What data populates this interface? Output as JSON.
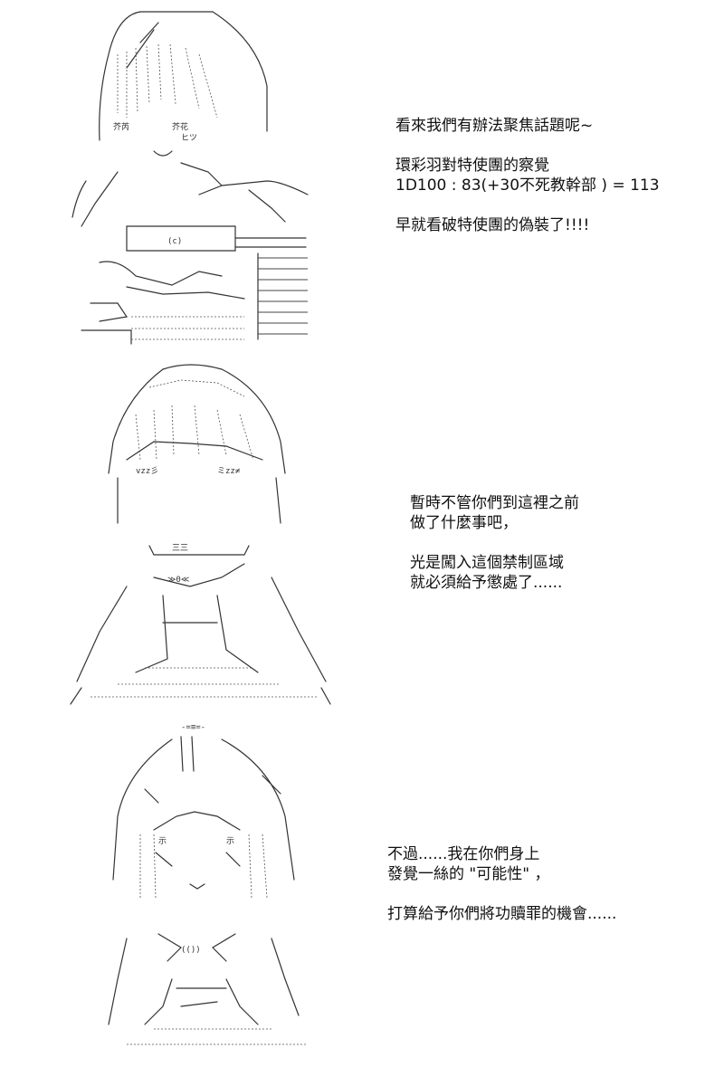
{
  "panels": [
    {
      "art": {
        "character": "hooded-girl-with-scarf"
      },
      "dialog": [
        [
          "看來我們有辦法聚焦話題呢~"
        ],
        [
          "環彩羽對特使團的察覺",
          "1D100 : 83(+30不死教幹部 ) = 113"
        ],
        [
          "早就看破特使團的偽裝了!!!!"
        ]
      ]
    },
    {
      "art": {
        "character": "hooded-girl-sleeping-eyes"
      },
      "dialog": [
        [
          "暫時不管你們到這裡之前",
          "做了什麼事吧，"
        ],
        [
          "光是闖入這個禁制區域",
          "就必須給予懲處了......"
        ]
      ]
    },
    {
      "art": {
        "character": "hooded-girl-with-bow"
      },
      "dialog": [
        [
          "不過......我在你們身上",
          "發覺一絲的 \"可能性\" ，"
        ],
        [
          "打算給予你們將功贖罪的機會......"
        ]
      ]
    }
  ],
  "ascii_fragments": {
    "panel1_face": "芥芮",
    "panel1_face2": "芥花",
    "panel1_eyes": "ヒツ",
    "panel2_eye_left": "vzz彡",
    "panel2_eye_right": "ミzz≠",
    "panel2_mouth": "三三",
    "panel2_mark": "≫0≪",
    "panel3_eye_left": "示",
    "panel3_eye_right": "示",
    "panel3_bow": "(())",
    "panel3_top": "-=≡=-"
  }
}
